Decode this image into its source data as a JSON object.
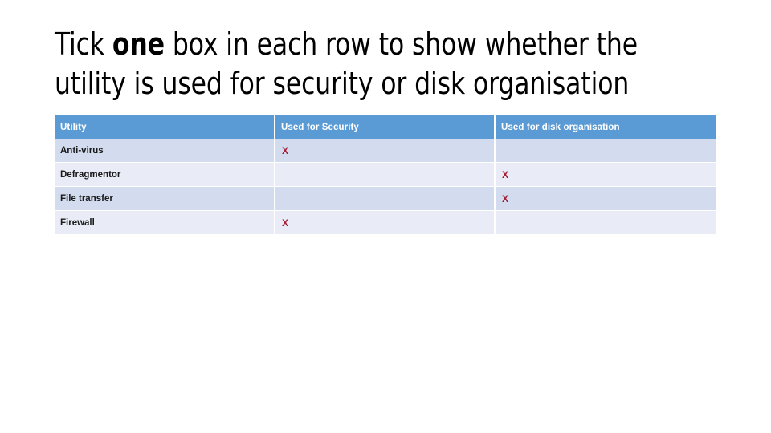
{
  "slide": {
    "background_color": "#ffffff",
    "title": {
      "prefix": "Tick ",
      "emphasis": "one",
      "suffix": " box in each row to show whether the utility is used for security or disk organisation"
    }
  },
  "table": {
    "header_bg_color": "#5b9bd5",
    "header_text_color": "#ffffff",
    "row_dark_color": "#d2dcee",
    "row_light_color": "#e9ecf6",
    "mark_color": "#a61c33",
    "columns": [
      "Utility",
      "Used for Security",
      "Used for disk organisation"
    ],
    "rows": [
      {
        "utility": "Anti-virus",
        "security": "X",
        "disk": ""
      },
      {
        "utility": "Defragmentor",
        "security": "",
        "disk": "X"
      },
      {
        "utility": "File transfer",
        "security": "",
        "disk": "X"
      },
      {
        "utility": "Firewall",
        "security": "X",
        "disk": ""
      }
    ]
  }
}
